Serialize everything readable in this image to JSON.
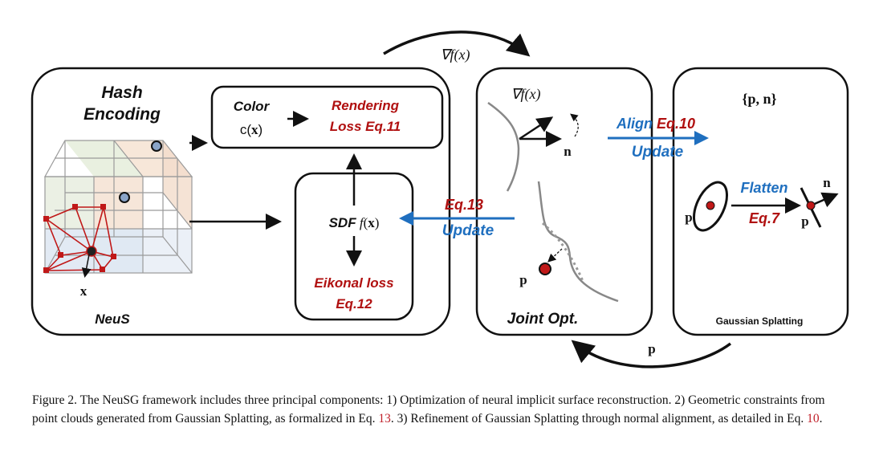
{
  "neus": {
    "hash_line1": "Hash",
    "hash_line2": "Encoding",
    "x_label": "x",
    "title": "NeuS",
    "color_label": "Color",
    "color_func": "c(",
    "color_x": "x",
    "color_close": ")",
    "rendering_line1": "Rendering",
    "rendering_line2": "Loss Eq.11",
    "sdf_label": "SDF",
    "sdf_func": "f",
    "sdf_x": "x",
    "eikonal_line1": "Eikonal loss",
    "eikonal_line2": "Eq.12"
  },
  "joint": {
    "grad_label": "∇f(x)",
    "n_label": "n",
    "p_label": "p",
    "title": "Joint Opt."
  },
  "gs": {
    "set_label": "{p, n}",
    "p_left": "p",
    "flatten": "Flatten",
    "eq7": "Eq.7",
    "p_right": "p",
    "n_label": "n",
    "title": "Gaussian Splatting"
  },
  "arrows": {
    "top_grad": "∇f(x)",
    "eq13": "Eq.13",
    "update_left": "Update",
    "align_word": "Align",
    "align_eq": "Eq.10",
    "update_right": "Update",
    "bottom_p": "p"
  },
  "caption": {
    "part1": "Figure 2.  The NeuSG framework includes three principal components: 1) Optimization of neural implicit surface reconstruction.  2) Geometric constraints from point clouds generated from Gaussian Splatting, as formalized in Eq. ",
    "ref1": "13",
    "part2": ". 3) Refinement of Gaussian Splatting through normal alignment, as detailed in Eq. ",
    "ref2": "10",
    "part3": "."
  },
  "colors": {
    "red": "#b01010",
    "blue": "#1f6fbf",
    "caption_ref": "#c0202a"
  }
}
